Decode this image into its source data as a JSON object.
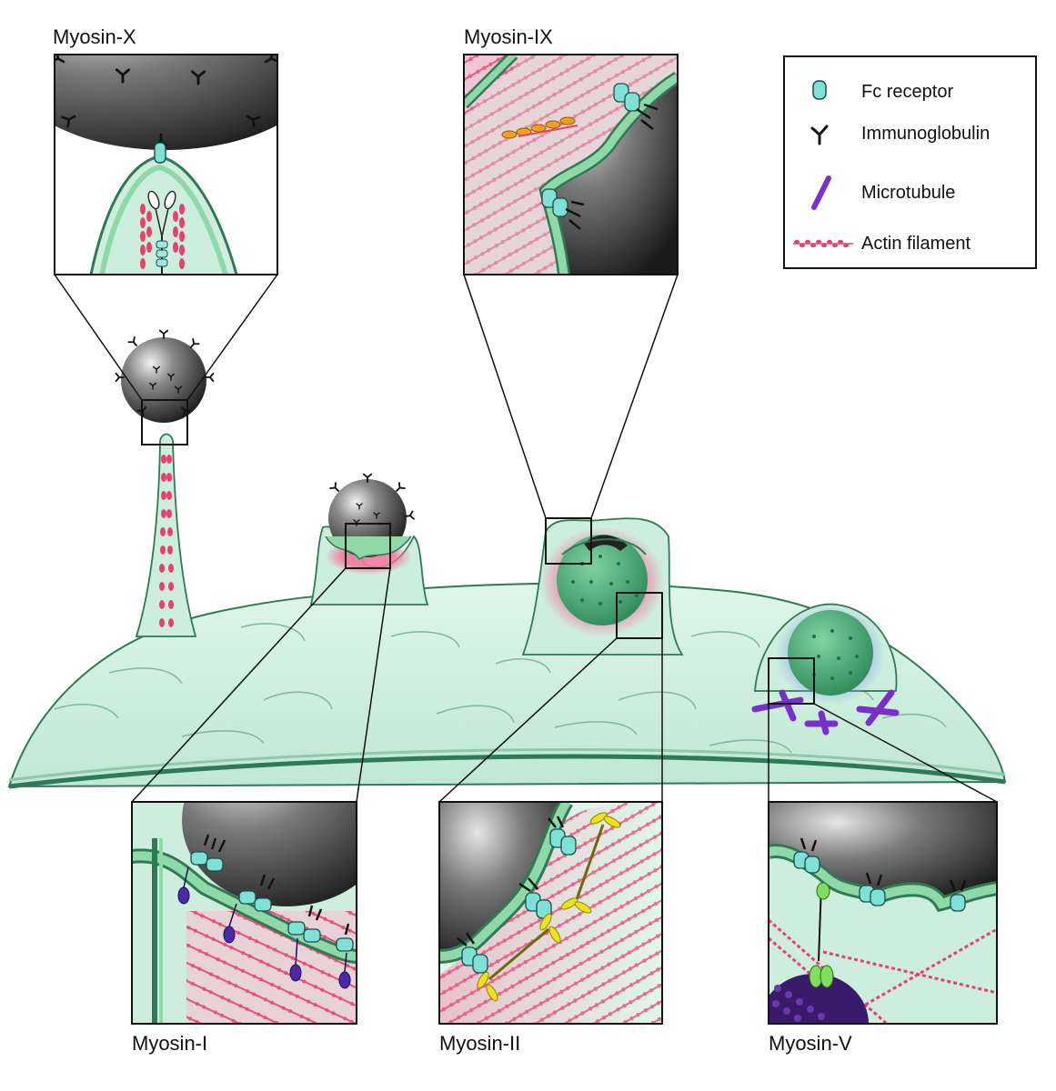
{
  "panels": {
    "myosin_x": "Myosin-X",
    "myosin_ix": "Myosin-IX",
    "myosin_i": "Myosin-I",
    "myosin_ii": "Myosin-II",
    "myosin_v": "Myosin-V"
  },
  "legend": {
    "items": [
      {
        "label": "Fc receptor",
        "icon": "fc-receptor-icon"
      },
      {
        "label": "Immunoglobulin",
        "icon": "immunoglobulin-icon"
      },
      {
        "label": "Microtubule",
        "icon": "microtubule-icon"
      },
      {
        "label": "Actin filament",
        "icon": "actin-filament-icon"
      }
    ]
  },
  "colors": {
    "cell_fill": "#cdeedd",
    "cell_edge": "#2f7a55",
    "membrane": "#8fd9a8",
    "fc_receptor": "#7fe0d6",
    "actin": "#e8416b",
    "microtubule": "#7a2fc9",
    "myosin_head": "#4a2aa8",
    "bead": "#3a3a3a",
    "engulfed_bead": "#3f9b6b"
  }
}
